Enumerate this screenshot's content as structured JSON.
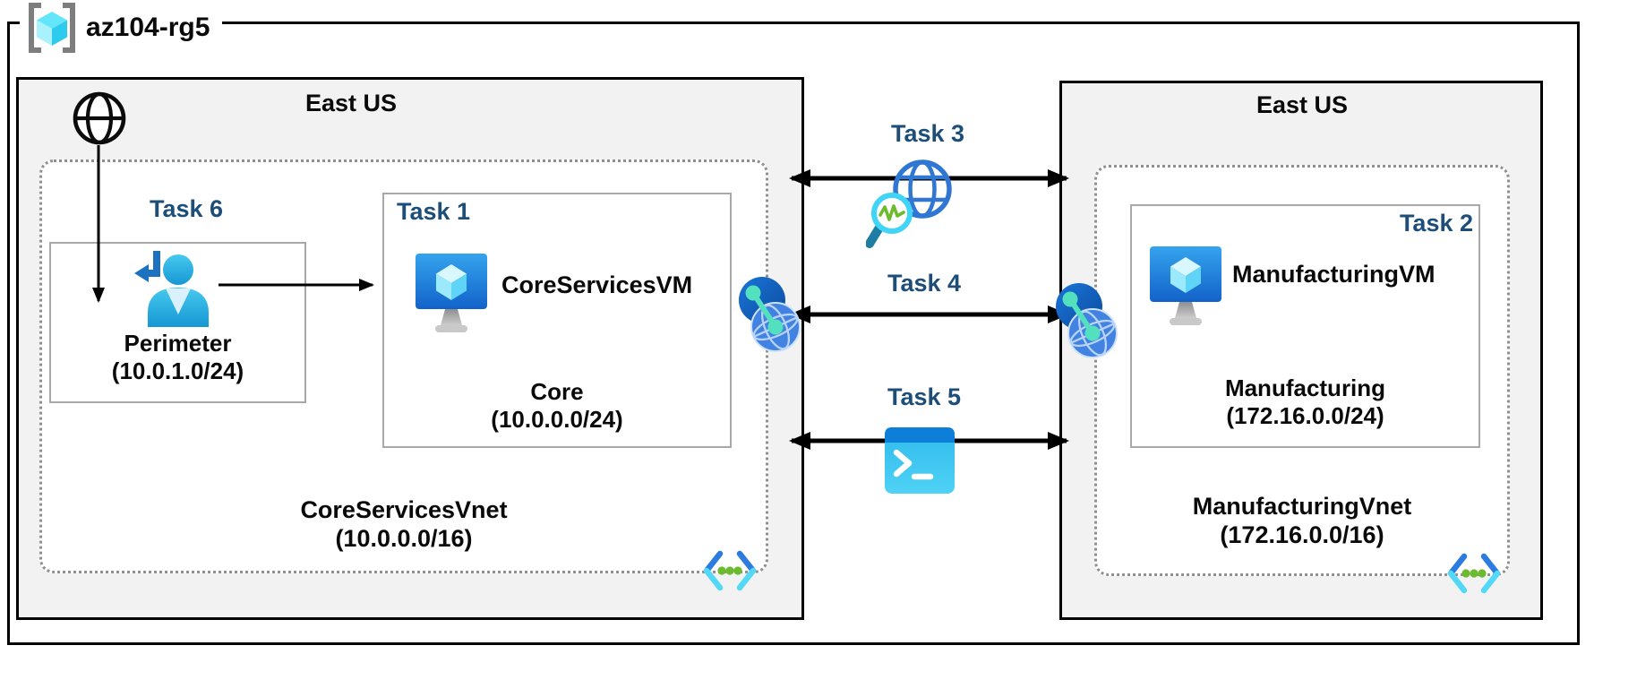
{
  "resource_group": {
    "name": "az104-rg5"
  },
  "regions": [
    {
      "id": "left",
      "location": "East US",
      "vnet": {
        "name": "CoreServicesVnet",
        "cidr": "(10.0.0.0/16)"
      },
      "subnets": [
        {
          "name": "Perimeter",
          "cidr": "(10.0.1.0/24)",
          "task": "Task 6",
          "icon": "user-signin-icon"
        },
        {
          "name": "Core",
          "cidr": "(10.0.0.0/24)",
          "task": "Task 1",
          "vm": "CoreServicesVM",
          "icon": "virtual-machine-icon"
        }
      ],
      "corner_icon": "virtual-network-icon",
      "internet_icon": "internet-globe-icon"
    },
    {
      "id": "right",
      "location": "East US",
      "vnet": {
        "name": "ManufacturingVnet",
        "cidr": "(172.16.0.0/16)"
      },
      "subnets": [
        {
          "name": "Manufacturing",
          "cidr": "(172.16.0.0/24)",
          "task": "Task 2",
          "vm": "ManufacturingVM",
          "icon": "virtual-machine-icon"
        }
      ],
      "corner_icon": "virtual-network-icon"
    }
  ],
  "connections": [
    {
      "task": "Task 3",
      "icon": "network-watcher-icon",
      "type": "double-arrow"
    },
    {
      "task": "Task 4",
      "icon": "vnet-peering-icon",
      "type": "double-arrow"
    },
    {
      "task": "Task 5",
      "icon": "cloud-shell-icon",
      "type": "double-arrow"
    }
  ],
  "colors": {
    "task_label": "#1c4e79",
    "region_background": "#f2f2f2",
    "border_black": "#000000",
    "dotted_border": "#909090",
    "subnet_border": "#a8a8a8",
    "vm_blue_top": "#35a4ee",
    "vm_blue_bottom": "#1262c9",
    "vnet_bracket_dark": "#2c7ce0",
    "vnet_bracket_light": "#54d8f8",
    "vnet_dot_green": "#6cbb2f",
    "peering_dark_blue": "#0a4c9d",
    "peering_globe_blue": "#4283e2",
    "peering_green": "#52e0bf",
    "shell_titlebar": "#0e7fd8",
    "shell_body": "#3cc7f0",
    "rg_cube_cyan": "#63e6f9",
    "person_cyan": "#47c9ef"
  }
}
